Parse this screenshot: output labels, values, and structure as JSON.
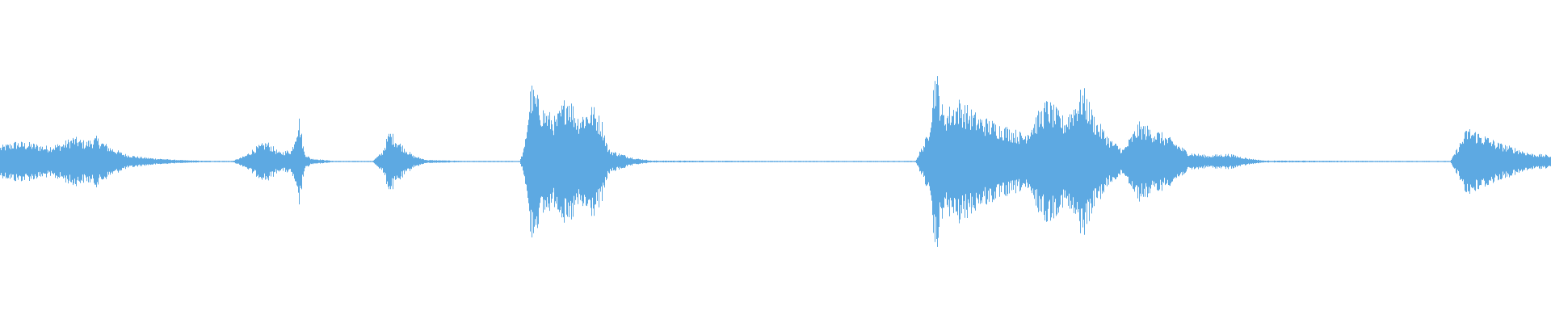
{
  "waveform": {
    "color": "#5DA9E2",
    "background": "#FFFFFF",
    "duration_note": "",
    "envelope": [
      {
        "t": 0.0,
        "a": 0.1
      },
      {
        "t": 0.01,
        "a": 0.13
      },
      {
        "t": 0.02,
        "a": 0.12
      },
      {
        "t": 0.03,
        "a": 0.1
      },
      {
        "t": 0.04,
        "a": 0.12
      },
      {
        "t": 0.047,
        "a": 0.16
      },
      {
        "t": 0.055,
        "a": 0.13
      },
      {
        "t": 0.062,
        "a": 0.16
      },
      {
        "t": 0.07,
        "a": 0.1
      },
      {
        "t": 0.08,
        "a": 0.05
      },
      {
        "t": 0.09,
        "a": 0.03
      },
      {
        "t": 0.1,
        "a": 0.02
      },
      {
        "t": 0.115,
        "a": 0.01
      },
      {
        "t": 0.13,
        "a": 0.005
      },
      {
        "t": 0.15,
        "a": 0.004
      },
      {
        "t": 0.158,
        "a": 0.04
      },
      {
        "t": 0.164,
        "a": 0.09
      },
      {
        "t": 0.172,
        "a": 0.13
      },
      {
        "t": 0.18,
        "a": 0.06
      },
      {
        "t": 0.188,
        "a": 0.08
      },
      {
        "t": 0.1925,
        "a": 0.3
      },
      {
        "t": 0.196,
        "a": 0.06
      },
      {
        "t": 0.2,
        "a": 0.02
      },
      {
        "t": 0.215,
        "a": 0.004
      },
      {
        "t": 0.24,
        "a": 0.004
      },
      {
        "t": 0.246,
        "a": 0.06
      },
      {
        "t": 0.251,
        "a": 0.2
      },
      {
        "t": 0.258,
        "a": 0.12
      },
      {
        "t": 0.266,
        "a": 0.04
      },
      {
        "t": 0.275,
        "a": 0.01
      },
      {
        "t": 0.3,
        "a": 0.004
      },
      {
        "t": 0.335,
        "a": 0.004
      },
      {
        "t": 0.338,
        "a": 0.1
      },
      {
        "t": 0.342,
        "a": 0.5
      },
      {
        "t": 0.35,
        "a": 0.35
      },
      {
        "t": 0.358,
        "a": 0.28
      },
      {
        "t": 0.366,
        "a": 0.45
      },
      {
        "t": 0.372,
        "a": 0.3
      },
      {
        "t": 0.382,
        "a": 0.36
      },
      {
        "t": 0.388,
        "a": 0.26
      },
      {
        "t": 0.392,
        "a": 0.08
      },
      {
        "t": 0.4,
        "a": 0.05
      },
      {
        "t": 0.41,
        "a": 0.02
      },
      {
        "t": 0.42,
        "a": 0.006
      },
      {
        "t": 0.5,
        "a": 0.004
      },
      {
        "t": 0.59,
        "a": 0.004
      },
      {
        "t": 0.598,
        "a": 0.18
      },
      {
        "t": 0.603,
        "a": 0.62
      },
      {
        "t": 0.608,
        "a": 0.32
      },
      {
        "t": 0.618,
        "a": 0.4
      },
      {
        "t": 0.63,
        "a": 0.3
      },
      {
        "t": 0.645,
        "a": 0.24
      },
      {
        "t": 0.66,
        "a": 0.18
      },
      {
        "t": 0.675,
        "a": 0.4
      },
      {
        "t": 0.686,
        "a": 0.28
      },
      {
        "t": 0.698,
        "a": 0.48
      },
      {
        "t": 0.706,
        "a": 0.28
      },
      {
        "t": 0.716,
        "a": 0.14
      },
      {
        "t": 0.724,
        "a": 0.08
      },
      {
        "t": 0.734,
        "a": 0.25
      },
      {
        "t": 0.746,
        "a": 0.2
      },
      {
        "t": 0.756,
        "a": 0.14
      },
      {
        "t": 0.766,
        "a": 0.06
      },
      {
        "t": 0.778,
        "a": 0.04
      },
      {
        "t": 0.792,
        "a": 0.05
      },
      {
        "t": 0.805,
        "a": 0.02
      },
      {
        "t": 0.815,
        "a": 0.006
      },
      {
        "t": 0.9,
        "a": 0.004
      },
      {
        "t": 0.935,
        "a": 0.004
      },
      {
        "t": 0.94,
        "a": 0.1
      },
      {
        "t": 0.946,
        "a": 0.22
      },
      {
        "t": 0.955,
        "a": 0.18
      },
      {
        "t": 0.966,
        "a": 0.12
      },
      {
        "t": 0.976,
        "a": 0.09
      },
      {
        "t": 0.988,
        "a": 0.05
      },
      {
        "t": 1.0,
        "a": 0.04
      }
    ]
  }
}
